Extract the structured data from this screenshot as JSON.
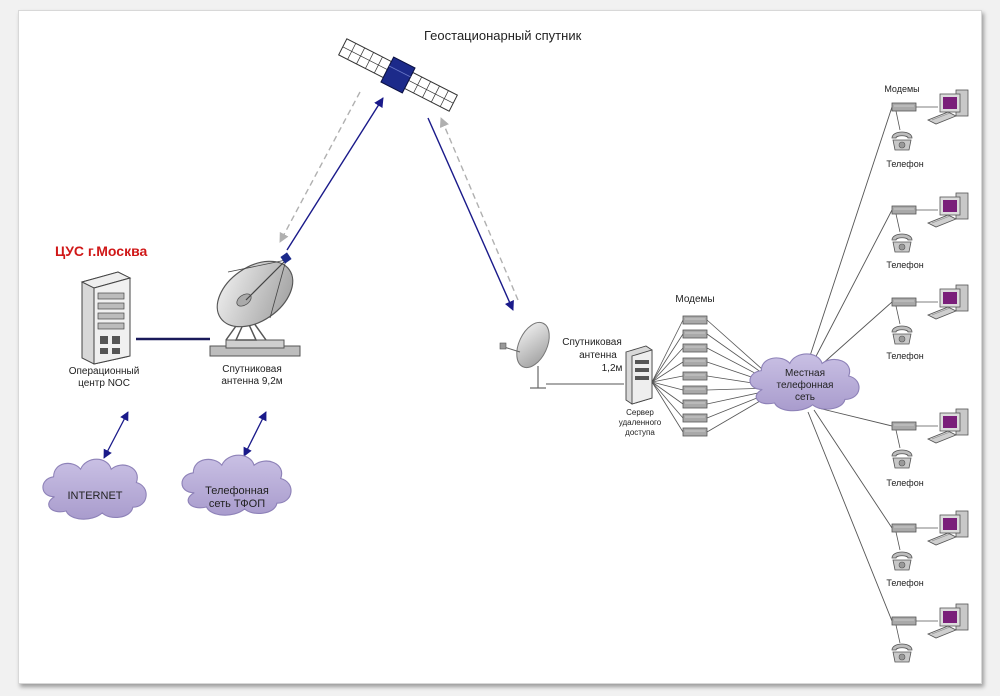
{
  "colors": {
    "cloud_fill": "#b7acd6",
    "cloud_stroke": "#8e82b8",
    "title_red": "#d01818",
    "link_dark": "#1a1a8a",
    "link_gray": "#b0b0b0",
    "monitor_screen": "#7a1f7a"
  },
  "satellite": {
    "label": "Геостационарный спутник"
  },
  "noc": {
    "title": "ЦУС г.Москва",
    "label_line1": "Операционный",
    "label_line2": "центр NOC"
  },
  "big_antenna": {
    "label_line1": "Спутниковая",
    "label_line2": "антенна 9,2м"
  },
  "clouds": {
    "internet": "INTERNET",
    "pstn_line1": "Телефонная",
    "pstn_line2": "сеть ТФОП",
    "local_line1": "Местная",
    "local_line2": "телефонная",
    "local_line3": "сеть"
  },
  "small_antenna": {
    "label_line1": "Спутниковая",
    "label_line2": "антенна",
    "label_line3": "1,2м"
  },
  "server": {
    "label_line1": "Сервер",
    "label_line2": "удаленного",
    "label_line3": "доступа"
  },
  "modems_center": {
    "label": "Модемы"
  },
  "subscribers": {
    "modems_label": "Модемы",
    "phone_label": "Телефон"
  }
}
